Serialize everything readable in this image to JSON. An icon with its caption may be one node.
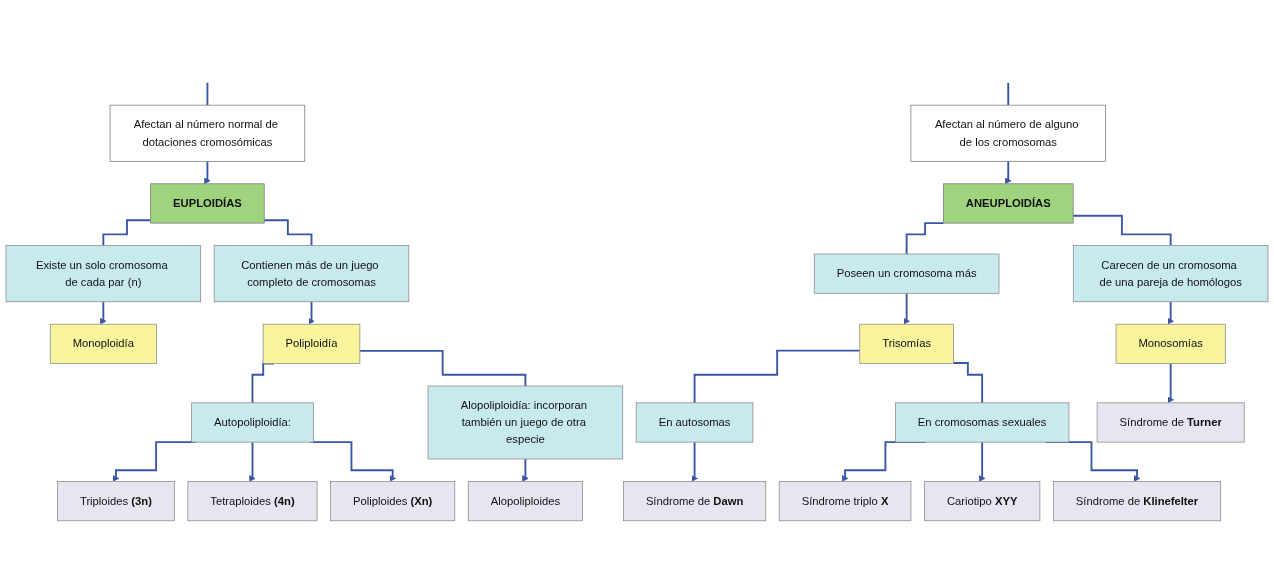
{
  "diagram": {
    "nodes": [
      {
        "text": [
          "Afectan al número normal de dotaciones cromosómicas"
        ]
      },
      {
        "text": [
          "Afectan al número de alguno de los cromosomas"
        ]
      },
      {
        "text": [
          "EUPLOIDÍAS"
        ]
      },
      {
        "text": [
          "ANEUPLOIDÍAS"
        ]
      },
      {
        "text": [
          "Existe un solo cromosoma de cada par (n)"
        ]
      },
      {
        "text": [
          "Contienen más de un juego completo de cromosomas"
        ]
      },
      {
        "text": [
          "Carecen de un cromosoma de una pareja de homólogos"
        ]
      },
      {
        "text": [
          "Poseen un cromosoma más"
        ]
      },
      {
        "text": [
          "Monoploidía"
        ]
      },
      {
        "text": [
          "Poliploidía"
        ]
      },
      {
        "text": [
          "Monosomías"
        ]
      },
      {
        "text": [
          "Trisomías"
        ]
      },
      {
        "text": [
          "Autopoliploidía:"
        ]
      },
      {
        "text": [
          "Alopoliploidía: incorporan también un juego de otra especie"
        ]
      },
      {
        "text": [
          "En autosomas"
        ]
      },
      {
        "text": [
          "En cromosomas sexuales"
        ]
      },
      {
        "text": [
          "Triploides **(3n)**"
        ]
      },
      {
        "text": [
          "Tetraploides **(4n)**"
        ]
      },
      {
        "text": [
          "Poliploides **(Xn)**"
        ]
      },
      {
        "text": [
          "Alopoliploides"
        ]
      },
      {
        "text": [
          "Síndrome de **Turner**"
        ]
      },
      {
        "text": [
          "Síndrome de **Dawn**"
        ]
      },
      {
        "text": [
          "Síndrome triplo **X**"
        ]
      },
      {
        "text": [
          "Cariotipo **XYY**"
        ]
      },
      {
        "text": [
          "Síndrome de **Klinefelter**"
        ]
      }
    ],
    "edges": [
      {
        "from": null,
        "to": 0,
        "arrow": "none"
      },
      {
        "from": null,
        "to": 1,
        "arrow": "none"
      },
      {
        "from": 0,
        "to": 2,
        "arrow": "to"
      },
      {
        "from": 1,
        "to": 3,
        "arrow": "to"
      },
      {
        "from": 2,
        "to": 4,
        "arrow": "none"
      },
      {
        "from": 2,
        "to": 5,
        "arrow": "none"
      },
      {
        "from": 3,
        "to": 6,
        "arrow": "none"
      },
      {
        "from": 3,
        "to": 7,
        "arrow": "none"
      },
      {
        "from": 4,
        "to": 8,
        "arrow": "to"
      },
      {
        "from": 5,
        "to": 9,
        "arrow": "to"
      },
      {
        "from": 6,
        "to": 10,
        "arrow": "to"
      },
      {
        "from": 7,
        "to": 11,
        "arrow": "to"
      },
      {
        "from": 9,
        "to": 12,
        "arrow": "none"
      },
      {
        "from": 9,
        "to": 13,
        "arrow": "none"
      },
      {
        "from": 12,
        "to": 16,
        "arrow": "to"
      },
      {
        "from": 12,
        "to": 17,
        "arrow": "to"
      },
      {
        "from": 12,
        "to": 18,
        "arrow": "to"
      },
      {
        "from": 13,
        "to": 19,
        "arrow": "to"
      },
      {
        "from": 10,
        "to": 20,
        "arrow": "to"
      },
      {
        "from": 11,
        "to": 14,
        "arrow": "none"
      },
      {
        "from": 11,
        "to": 15,
        "arrow": "none"
      },
      {
        "from": 14,
        "to": 21,
        "arrow": "to"
      },
      {
        "from": 15,
        "to": 22,
        "arrow": "to"
      },
      {
        "from": 15,
        "to": 23,
        "arrow": "to"
      },
      {
        "from": 15,
        "to": 24,
        "arrow": "to"
      }
    ]
  }
}
